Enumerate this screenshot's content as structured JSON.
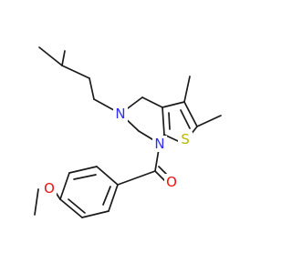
{
  "molecule": {
    "atoms": [
      {
        "element": "N",
        "color": "#2f2ff0"
      },
      {
        "element": "N",
        "color": "#2f2ff0"
      },
      {
        "element": "S",
        "color": "#b8b800"
      },
      {
        "element": "O",
        "color": "#ee1111"
      },
      {
        "element": "O",
        "color": "#ee1111"
      }
    ],
    "bond_color": "#1a1a1a"
  }
}
